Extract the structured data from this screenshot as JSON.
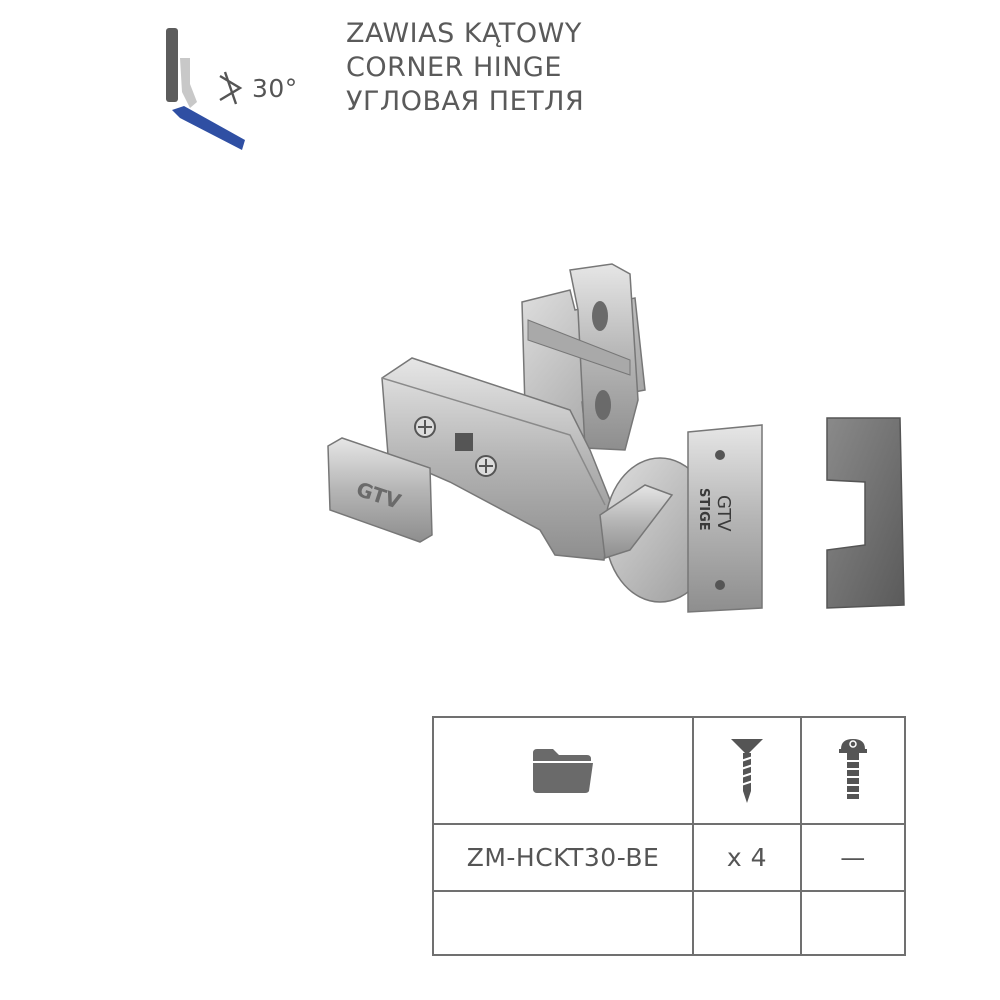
{
  "header": {
    "title_pl": "ZAWIAS KĄTOWY",
    "title_en": "CORNER HINGE",
    "title_ru": "УГЛОВАЯ ПЕТЛЯ",
    "angle_label": "30°"
  },
  "illustration": {
    "cover_logo": "GTV",
    "hinge_arm_logo": "GTV",
    "mounting_plate_logo": "STIGE"
  },
  "table": {
    "header_icons": [
      "folder-icon",
      "wood-screw-icon",
      "euro-screw-icon"
    ],
    "rows": [
      {
        "code": "ZM-HCKT30-BE",
        "screws": "x 4",
        "euro_screws": "—"
      },
      {
        "code": "",
        "screws": "",
        "euro_screws": ""
      }
    ]
  },
  "colors": {
    "text": "#555555",
    "accent_blue": "#2f4fa3",
    "panel_gray": "#5c5c5c",
    "table_border": "#707070"
  }
}
